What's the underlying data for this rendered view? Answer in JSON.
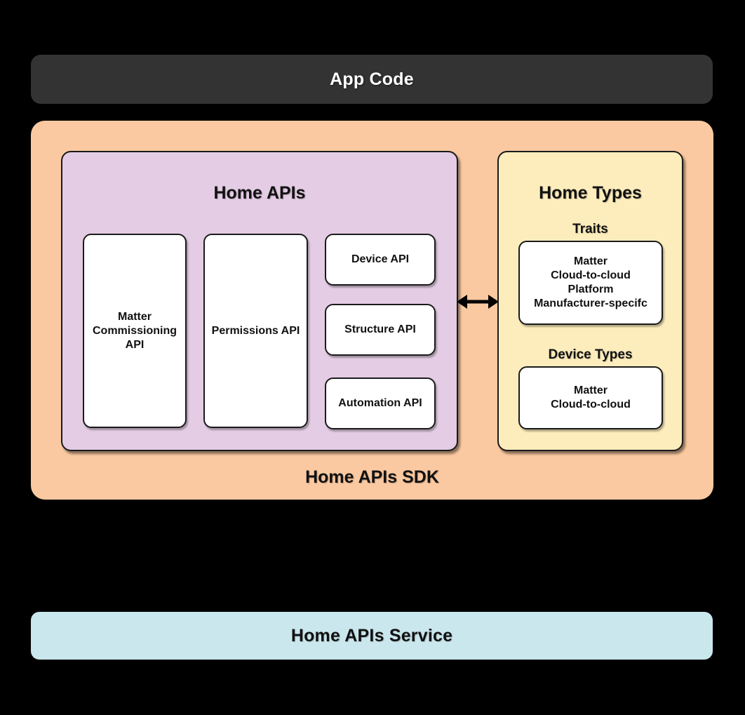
{
  "colors": {
    "background": "#000000",
    "app_code_bg": "#333333",
    "sdk_bg": "#fbc9a1",
    "home_apis_bg": "#e3cce4",
    "home_types_bg": "#fdedbc",
    "service_bg": "#cbe7ee",
    "inner_box_bg": "#ffffff",
    "text": "#111111"
  },
  "app_code": {
    "label": "App Code"
  },
  "sdk": {
    "label": "Home APIs SDK",
    "home_apis": {
      "title": "Home APIs",
      "matter_commissioning_api": "Matter\nCommissioning\nAPI",
      "permissions_api": "Permissions API",
      "device_api": "Device API",
      "structure_api": "Structure API",
      "automation_api": "Automation API"
    },
    "home_types": {
      "title": "Home Types",
      "traits_label": "Traits",
      "traits_items": "Matter\nCloud-to-cloud\nPlatform\nManufacturer-specifc",
      "device_types_label": "Device Types",
      "device_types_items": "Matter\nCloud-to-cloud"
    },
    "arrow": "bidirectional"
  },
  "service": {
    "label": "Home APIs Service"
  }
}
